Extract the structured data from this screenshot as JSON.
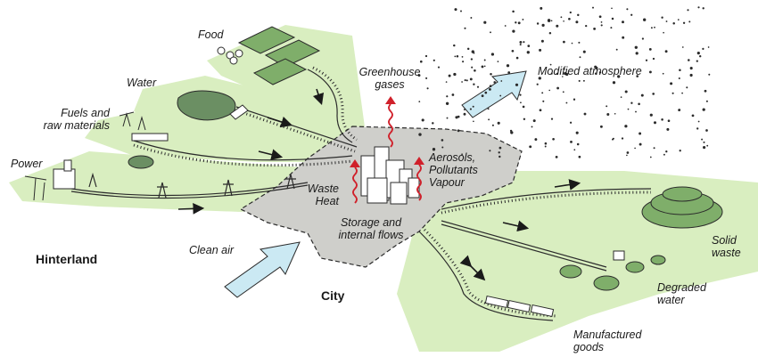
{
  "labels": {
    "food": "Food",
    "water": "Water",
    "fuels_line1": "Fuels and",
    "fuels_line2": "raw materials",
    "power": "Power",
    "hinterland": "Hinterland",
    "clean_air": "Clean air",
    "city": "City",
    "greenhouse_line1": "Greenhouse",
    "greenhouse_line2": "gases",
    "modified_atmosphere": "Modified atmosphere",
    "aerosols_line1": "Aerosols,",
    "aerosols_line2": "Pollutants",
    "aerosols_line3": "Vapour",
    "waste_heat_line1": "Waste",
    "waste_heat_line2": "Heat",
    "storage_line1": "Storage and",
    "storage_line2": "internal flows",
    "solid_waste_line1": "Solid",
    "solid_waste_line2": "waste",
    "degraded_line1": "Degraded",
    "degraded_line2": "water",
    "manufactured_line1": "Manufactured",
    "manufactured_line2": "goods"
  },
  "colors": {
    "land": "#d9eec0",
    "city_ground": "#cfcfcb",
    "flow_arrow": "#cbe9f3",
    "heat_arrow": "#d0202a",
    "outline": "#2b2b2b"
  }
}
